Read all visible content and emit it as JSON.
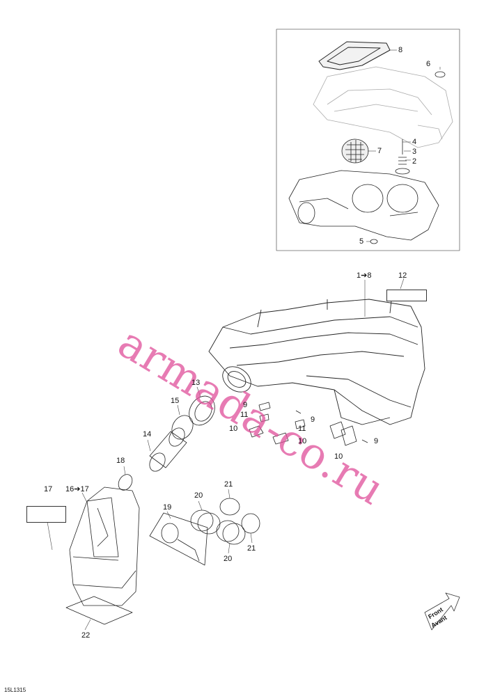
{
  "diagram": {
    "reference_code": "15L1315",
    "watermark": "armada-co.ru",
    "direction_label": {
      "line1": "Front",
      "line2": "Avant"
    },
    "callouts": {
      "c8": "8",
      "c6": "6",
      "c4": "4",
      "c3": "3",
      "c2": "2",
      "c7": "7",
      "c5": "5",
      "c1to8": "1➔8",
      "c12": "12",
      "c13": "13",
      "c15": "15",
      "c14": "14",
      "c18": "18",
      "c9a": "9",
      "c11a": "11",
      "c10a": "10",
      "c9b": "9",
      "c11b": "11",
      "c10b": "10",
      "c9c": "9",
      "c10c": "10",
      "c17": "17",
      "c16to17": "16➔17",
      "c19": "19",
      "c20a": "20",
      "c21a": "21",
      "c20b": "20",
      "c21b": "21",
      "c22": "22"
    }
  }
}
